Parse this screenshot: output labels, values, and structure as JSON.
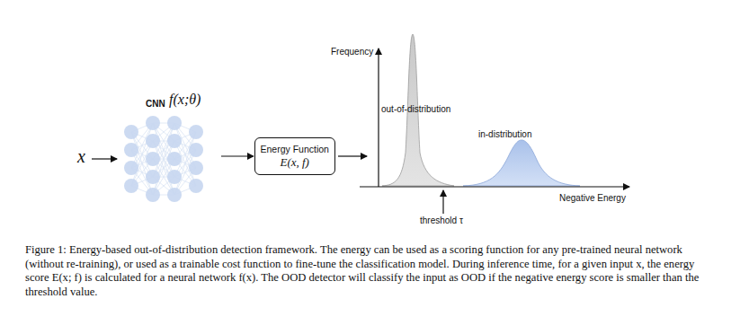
{
  "diagram": {
    "caption": "Figure 1: Energy-based out-of-distribution detection framework. The energy can be used as a scoring function for any pre-trained neural network (without re-training), or used as a trainable cost function to fine-tune the classification model. During inference time, for a given input x, the energy score E(x; f) is calculated for a neural network f(x). The OOD detector will classify the input as OOD if the negative energy score is smaller than the threshold value.",
    "nodes": [
      {
        "text": [
          "CNN",
          "f(x;θ)"
        ]
      },
      {
        "text": [
          "Energy Function",
          "E(x, f)"
        ]
      }
    ],
    "edges": [
      {
        "from": 0,
        "to": 1,
        "arrow": "to"
      }
    ],
    "labels": [
      "x",
      "Frequency",
      "out-of-distribution",
      "in-distribution",
      "Negative Energy",
      "threshold τ"
    ]
  }
}
